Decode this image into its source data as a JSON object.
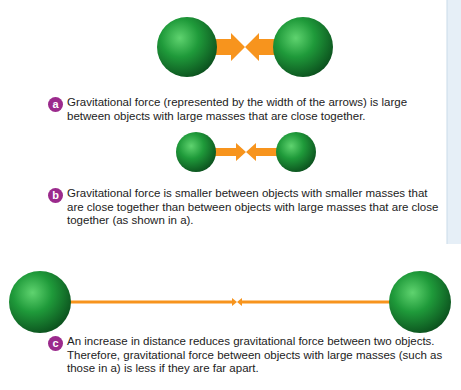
{
  "diagram": {
    "labels": [
      "a",
      "Gravitational force (represented by the width of the arrows) is large between objects with large masses that are close together.",
      "b",
      "Gravitational force is smaller between objects with smaller masses that are close together than between objects with large masses that are close together (as shown in a).",
      "c",
      "An increase in distance reduces gravitational force between two objects. Therefore, gravitational force between objects with large masses (such as those in a) is less if they are far apart."
    ]
  }
}
